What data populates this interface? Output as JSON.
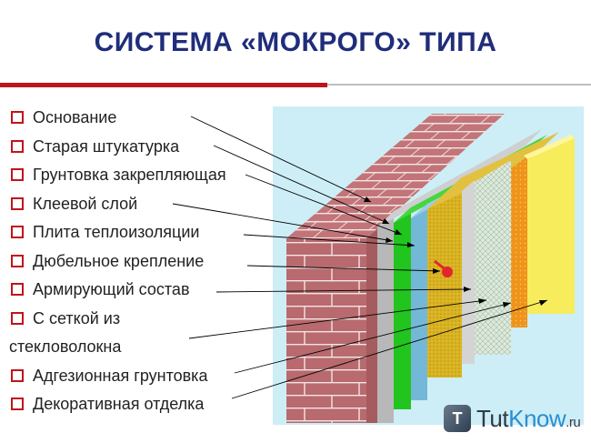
{
  "title": "СИСТЕМА «МОКРОГО» ТИПА",
  "layers": [
    {
      "label": "Основание"
    },
    {
      "label": "Старая штукатурка"
    },
    {
      "label": "Грунтовка закрепляющая"
    },
    {
      "label": "Клеевой слой"
    },
    {
      "label": "Плита теплоизоляции"
    },
    {
      "label": "Дюбельное крепление"
    },
    {
      "label": "Армирующий состав"
    },
    {
      "label": "С сеткой из"
    },
    {
      "label": "стекловолокна"
    },
    {
      "label": "Адгезионная грунтовка"
    },
    {
      "label": "Декоративная отделка"
    }
  ],
  "watermark": {
    "brand_a": "Tut",
    "brand_b": "Know",
    "suffix": ".ru",
    "icon_letter": "T"
  },
  "colors": {
    "title": "#1f2d7a",
    "accent_red": "#c0141b",
    "background_panel": "#cdeef6",
    "brick": "#b86a6e",
    "mortar": "#f3e6e6",
    "plaster": "#b8b8b8",
    "primer": "#22c41e",
    "glue": "#74b8d8",
    "insulation": "#d9b320",
    "reinforcing": "#d4d4d4",
    "mesh": "#dfe9df",
    "adhesion_primer": "#ef9418",
    "finish": "#f6ec5c",
    "dowel": "#e3262b"
  }
}
